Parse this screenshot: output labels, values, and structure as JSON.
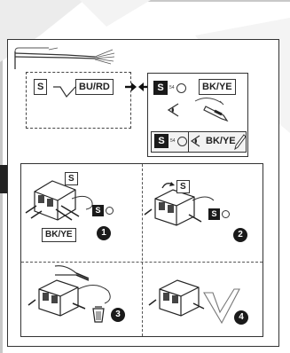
{
  "diagram": {
    "s_label": "S",
    "bu_rd_label": "BU/RD",
    "bk_ye_label": "BK/YE",
    "tiny_code": "54",
    "step_numbers": [
      "1",
      "2",
      "3",
      "4"
    ]
  }
}
